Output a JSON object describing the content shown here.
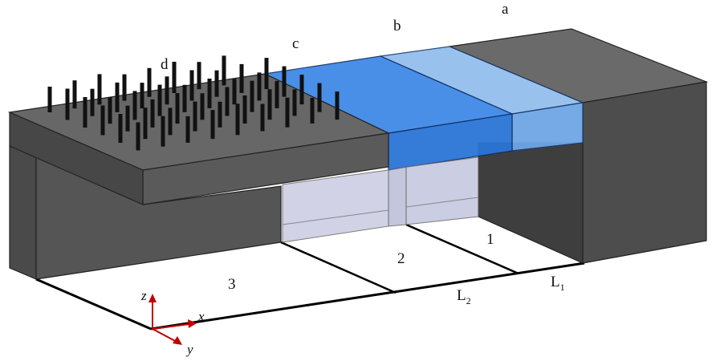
{
  "labels": {
    "a": "a",
    "b": "b",
    "c": "c",
    "d": "d",
    "region_1": "1",
    "region_2": "2",
    "region_3": "3",
    "L1_main": "L",
    "L1_sub": "1",
    "L2_main": "L",
    "L2_sub": "2"
  },
  "axes": {
    "x": "x",
    "y": "y",
    "z": "z"
  },
  "colors": {
    "dark_block": "#505050",
    "dark_side": "#3a3a3a",
    "top_face": "#6a6a6a",
    "blue": "#2f7ee0",
    "light_blue": "#7fb2ea",
    "glass": "#c7c9e0",
    "axis_red": "#c00000",
    "pillar": "#111111"
  }
}
